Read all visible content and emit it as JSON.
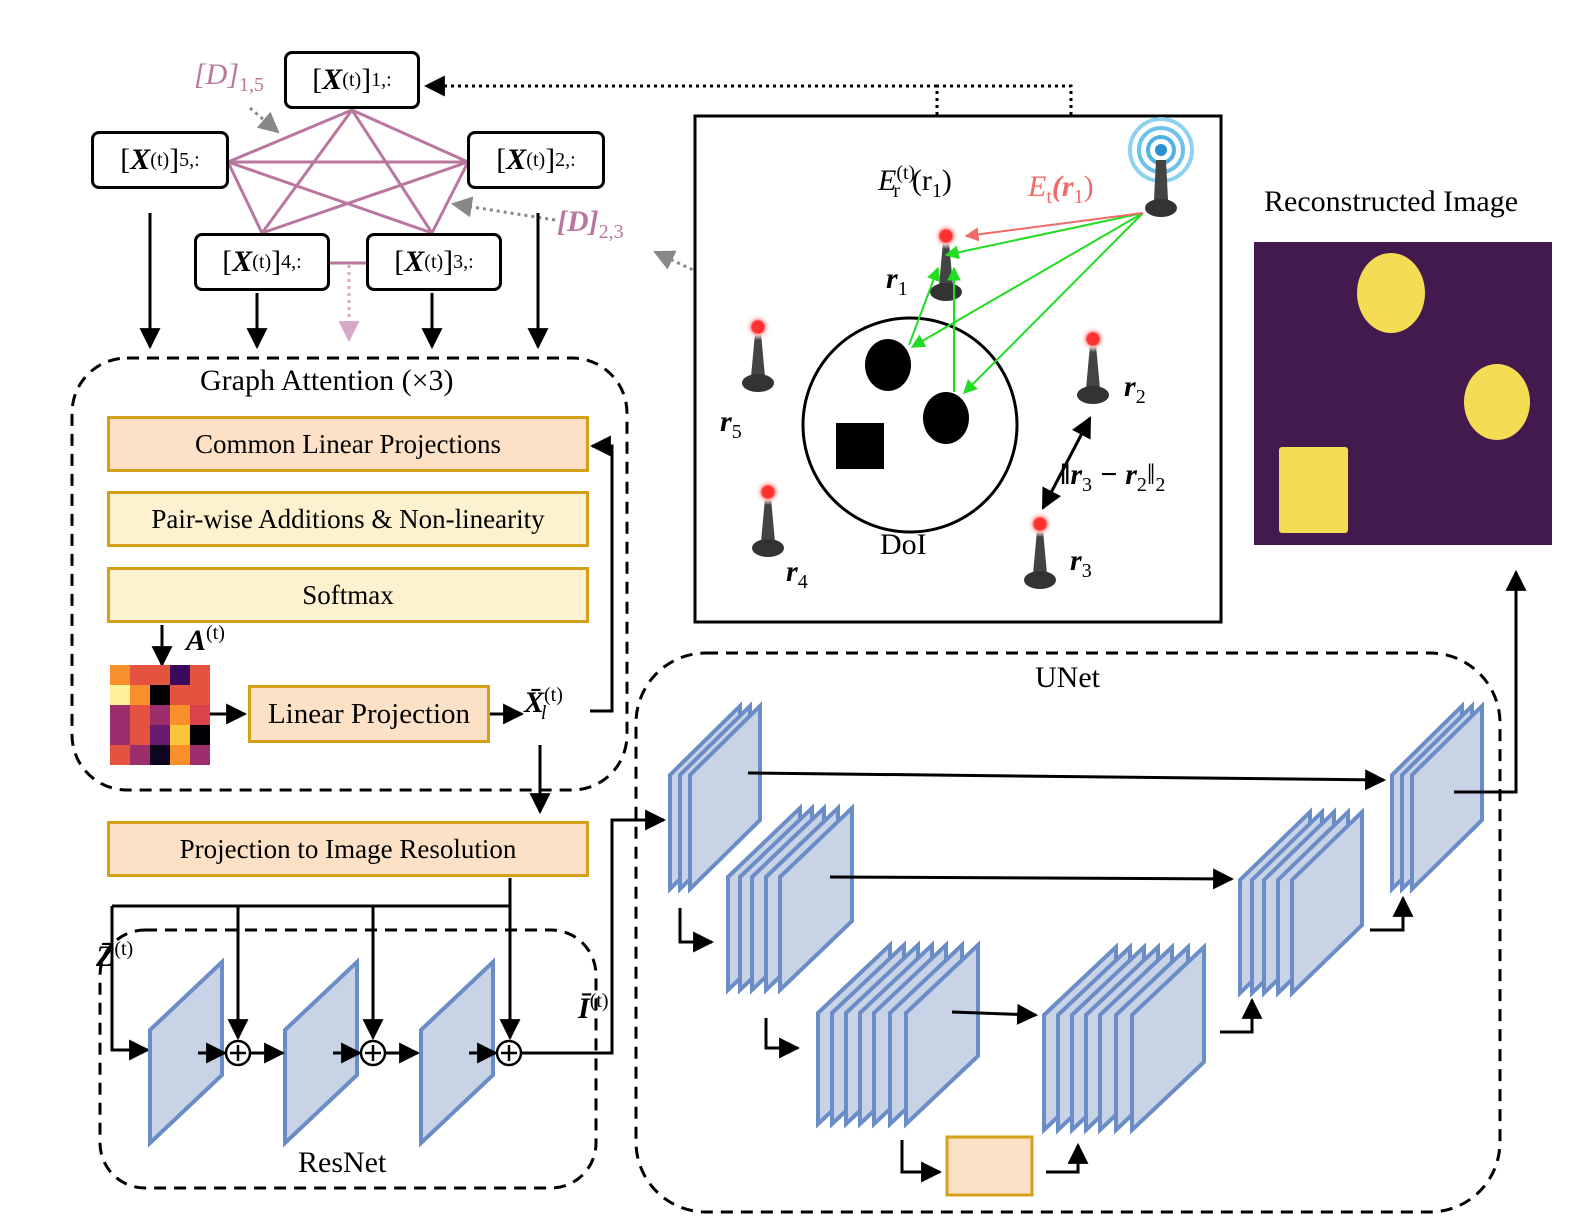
{
  "graph": {
    "nodes": [
      {
        "name": "[X(t)]1,:",
        "main": "X",
        "sup": "(t)",
        "sub": "1,:"
      },
      {
        "name": "[X(t)]2,:",
        "main": "X",
        "sup": "(t)",
        "sub": "2,:"
      },
      {
        "name": "[X(t)]3,:",
        "main": "X",
        "sup": "(t)",
        "sub": "3,:"
      },
      {
        "name": "[X(t)]4,:",
        "main": "X",
        "sup": "(t)",
        "sub": "4,:"
      },
      {
        "name": "[X(t)]5,:",
        "main": "X",
        "sup": "(t)",
        "sub": "5,:"
      }
    ],
    "d15": {
      "main": "[D]",
      "sub": "1,5"
    },
    "d23": {
      "main": "[D]",
      "sub": "2,3"
    }
  },
  "graph_attention": {
    "title": "Graph Attention",
    "repeat": "(×3)",
    "blocks": [
      "Common Linear Projections",
      "Pair-wise Additions & Non-linearity",
      "Softmax"
    ],
    "attention_label": "A",
    "attention_sup": "(t)",
    "linear_projection": "Linear Projection",
    "output_label": "X̄",
    "output_sup": "(t)",
    "output_sub": "l"
  },
  "projection": "Projection to Image Resolution",
  "resnet": {
    "title": "ResNet",
    "input_label": "Z̄",
    "input_sup": "(t)",
    "output_label": "Ī",
    "output_sup": "(t)"
  },
  "unet": {
    "title": "UNet"
  },
  "doi_panel": {
    "doi_label": "DoI",
    "er_main": "E",
    "er_sub": "r",
    "er_sup": "(t)",
    "er_arg": "(r",
    "er_arg_sub": "1",
    "er_close": ")",
    "et_main": "E",
    "et_sub": "t",
    "et_arg": "(r",
    "et_arg_sub": "1",
    "et_close": ")",
    "receivers": [
      {
        "name": "r",
        "sub": "1"
      },
      {
        "name": "r",
        "sub": "2"
      },
      {
        "name": "r",
        "sub": "3"
      },
      {
        "name": "r",
        "sub": "4"
      },
      {
        "name": "r",
        "sub": "5"
      }
    ],
    "distance_open": "‖r",
    "distance_s1": "3",
    "distance_mid": " − r",
    "distance_s2": "2",
    "distance_close": "‖",
    "distance_s3": "2"
  },
  "output": {
    "title": "Reconstructed Image"
  },
  "colors": {
    "graph_edge": "#b9779f",
    "block_border": "#d4a017",
    "orange_fill": "#fde1c6",
    "yellow_fill": "#fdf2cf",
    "layer_fill": "#c8d3e6",
    "layer_stroke": "#6a8cc7",
    "image_bg": "#431a4d",
    "image_blob": "#f5dc55",
    "green_arrow": "#22dd22",
    "red_arrow": "#f06a6a"
  },
  "attention_matrix": [
    [
      "#f98f2b",
      "#e3533f",
      "#e3533f",
      "#3a0a5c",
      "#e3533f"
    ],
    [
      "#fcf29c",
      "#f98f2b",
      "#000004",
      "#e3533f",
      "#e3533f"
    ],
    [
      "#9c2f6b",
      "#e3533f",
      "#9c2f6b",
      "#f98f2b",
      "#d9434a"
    ],
    [
      "#9c2f6b",
      "#e3533f",
      "#6a1b70",
      "#f7c43a",
      "#000004"
    ],
    [
      "#e3533f",
      "#9c2f6b",
      "#0e0520",
      "#f98f2b",
      "#9c2f6b"
    ]
  ]
}
